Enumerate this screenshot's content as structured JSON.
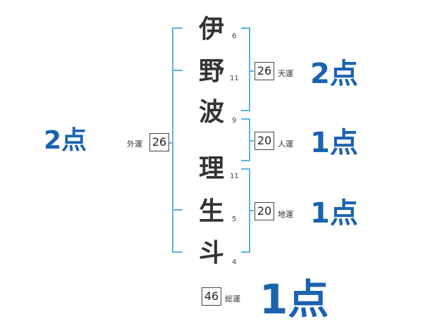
{
  "name": {
    "chars": [
      {
        "char": "伊",
        "strokes": "6"
      },
      {
        "char": "野",
        "strokes": "11"
      },
      {
        "char": "波",
        "strokes": "9"
      },
      {
        "char": "理",
        "strokes": "11"
      },
      {
        "char": "生",
        "strokes": "5"
      },
      {
        "char": "斗",
        "strokes": "4"
      }
    ]
  },
  "fortunes": {
    "gaiun": {
      "label": "外運",
      "value": "26",
      "score": "2点"
    },
    "tenun": {
      "label": "天運",
      "value": "26",
      "score": "2点"
    },
    "jinun": {
      "label": "人運",
      "value": "20",
      "score": "1点"
    },
    "chiun": {
      "label": "地運",
      "value": "20",
      "score": "1点"
    },
    "souun": {
      "label": "総運",
      "value": "46",
      "score": "1点"
    }
  },
  "colors": {
    "bracket": "#5bb3df",
    "score": "#1a63b0"
  }
}
